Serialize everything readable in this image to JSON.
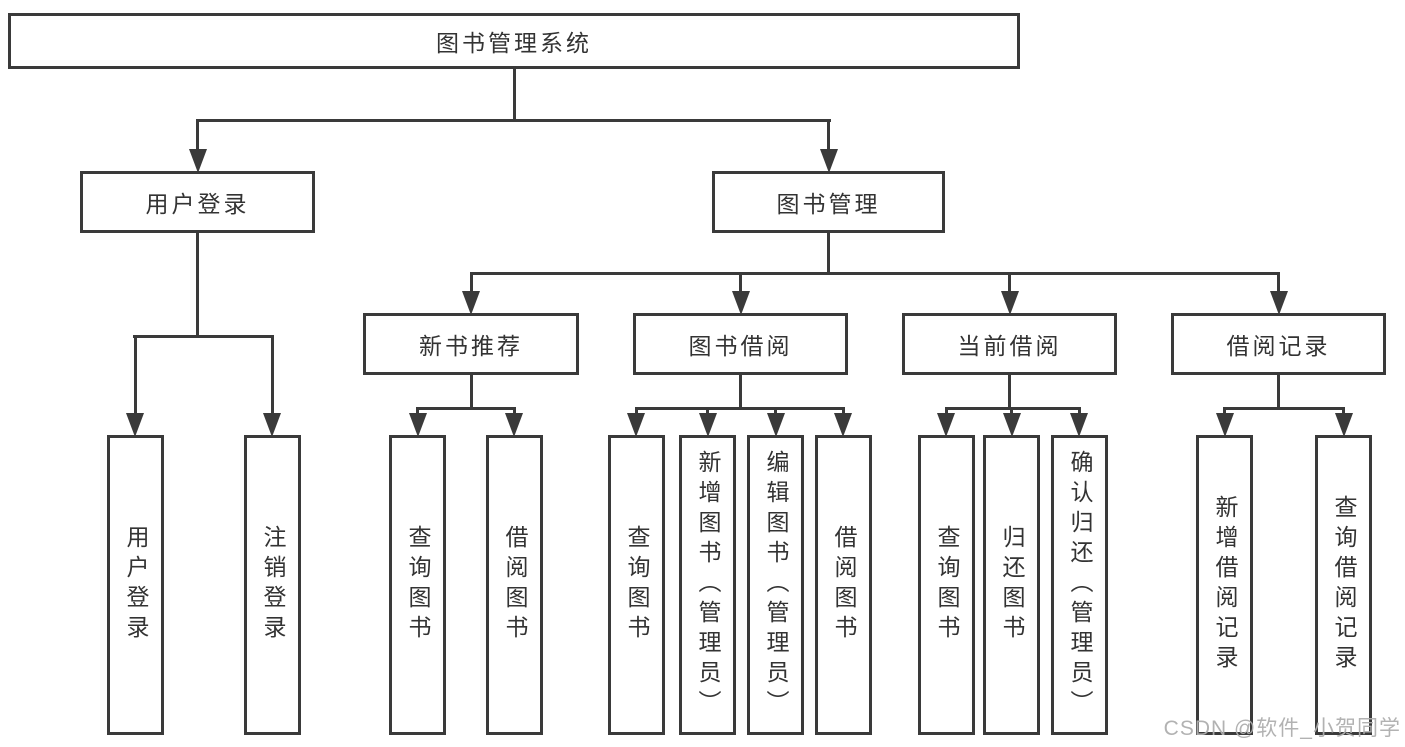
{
  "diagram": {
    "root": {
      "label": "图书管理系统"
    },
    "branches": [
      {
        "label": "用户登录",
        "children": [
          {
            "label": "用户登录"
          },
          {
            "label": "注销登录"
          }
        ]
      },
      {
        "label": "图书管理",
        "children": [
          {
            "label": "新书推荐",
            "children": [
              {
                "label": "查询图书"
              },
              {
                "label": "借阅图书"
              }
            ]
          },
          {
            "label": "图书借阅",
            "children": [
              {
                "label": "查询图书"
              },
              {
                "label": "新增图书（管理员）"
              },
              {
                "label": "编辑图书（管理员）"
              },
              {
                "label": "借阅图书"
              }
            ]
          },
          {
            "label": "当前借阅",
            "children": [
              {
                "label": "查询图书"
              },
              {
                "label": "归还图书"
              },
              {
                "label": "确认归还（管理员）"
              }
            ]
          },
          {
            "label": "借阅记录",
            "children": [
              {
                "label": "新增借阅记录"
              },
              {
                "label": "查询借阅记录"
              }
            ]
          }
        ]
      }
    ],
    "watermark": "CSDN @软件_小贺同学"
  },
  "colors": {
    "background": "#ffffff",
    "line": "#3a3a3a",
    "text": "#333333",
    "watermark": "#aeaeae"
  }
}
